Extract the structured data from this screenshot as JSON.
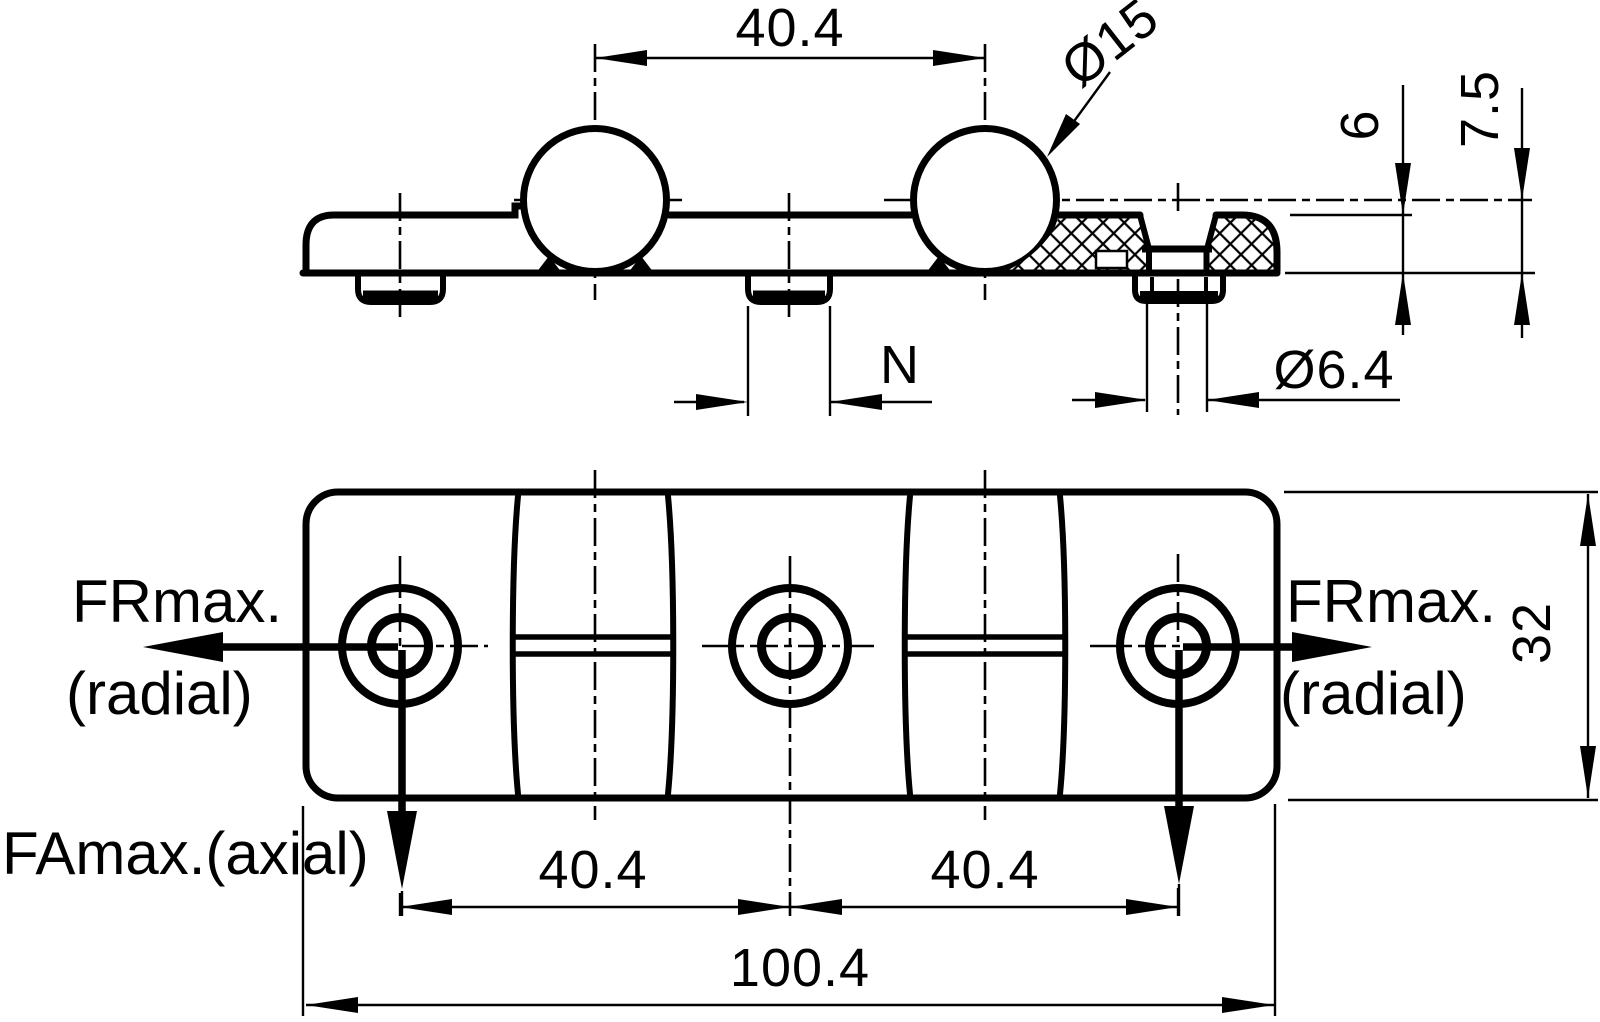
{
  "drawing": {
    "title": "ball-stud mounting plate technical drawing",
    "colors": {
      "background": "#ffffff",
      "line": "#000000"
    },
    "side_view": {
      "dim_ball_spacing": "40.4",
      "dim_ball_diameter": "Ø15",
      "dim_plate_thickness": "6",
      "dim_center_height": "7.5",
      "dim_slot_width": "N",
      "dim_hole_diameter": "Ø6.4"
    },
    "plan_view": {
      "force_radial_left_line1": "FRmax.",
      "force_radial_left_line2": "(radial)",
      "force_radial_right_line1": "FRmax.",
      "force_radial_right_line2": "(radial)",
      "force_axial": "FAmax.(axial)",
      "dim_width": "32",
      "dim_hole_spacing_left": "40.4",
      "dim_hole_spacing_right": "40.4",
      "dim_overall_length": "100.4"
    }
  }
}
